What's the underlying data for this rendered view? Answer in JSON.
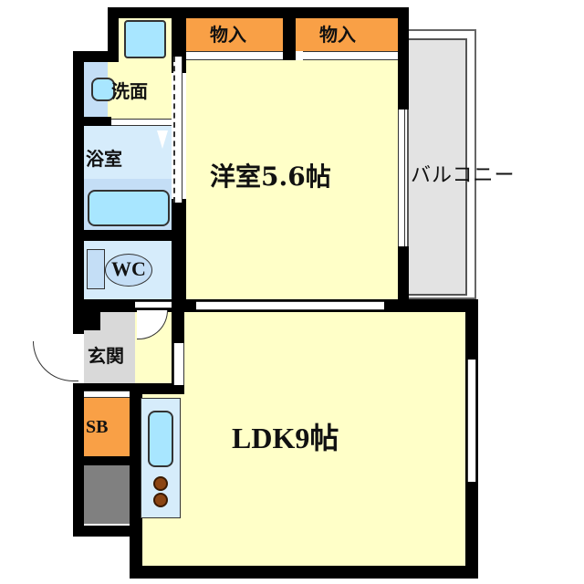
{
  "floor_plan": {
    "rooms": {
      "storage_1": {
        "label": "物入"
      },
      "storage_2": {
        "label": "物入"
      },
      "washroom": {
        "label": "洗面"
      },
      "bathroom": {
        "label": "浴室"
      },
      "toilet": {
        "label": "WC"
      },
      "western_room": {
        "label": "洋室5.6帖"
      },
      "balcony": {
        "label": "バルコニー"
      },
      "entrance": {
        "label": "玄関"
      },
      "shoe_box": {
        "label": "SB"
      },
      "ldk": {
        "label": "LDK9帖"
      }
    },
    "colors": {
      "living_area": "#ffffc8",
      "wet_area": "#d6ecfb",
      "storage": "#f9a046",
      "entrance": "#d9d9d9",
      "balcony": "#e3e3e3",
      "wall": "#000000"
    }
  }
}
